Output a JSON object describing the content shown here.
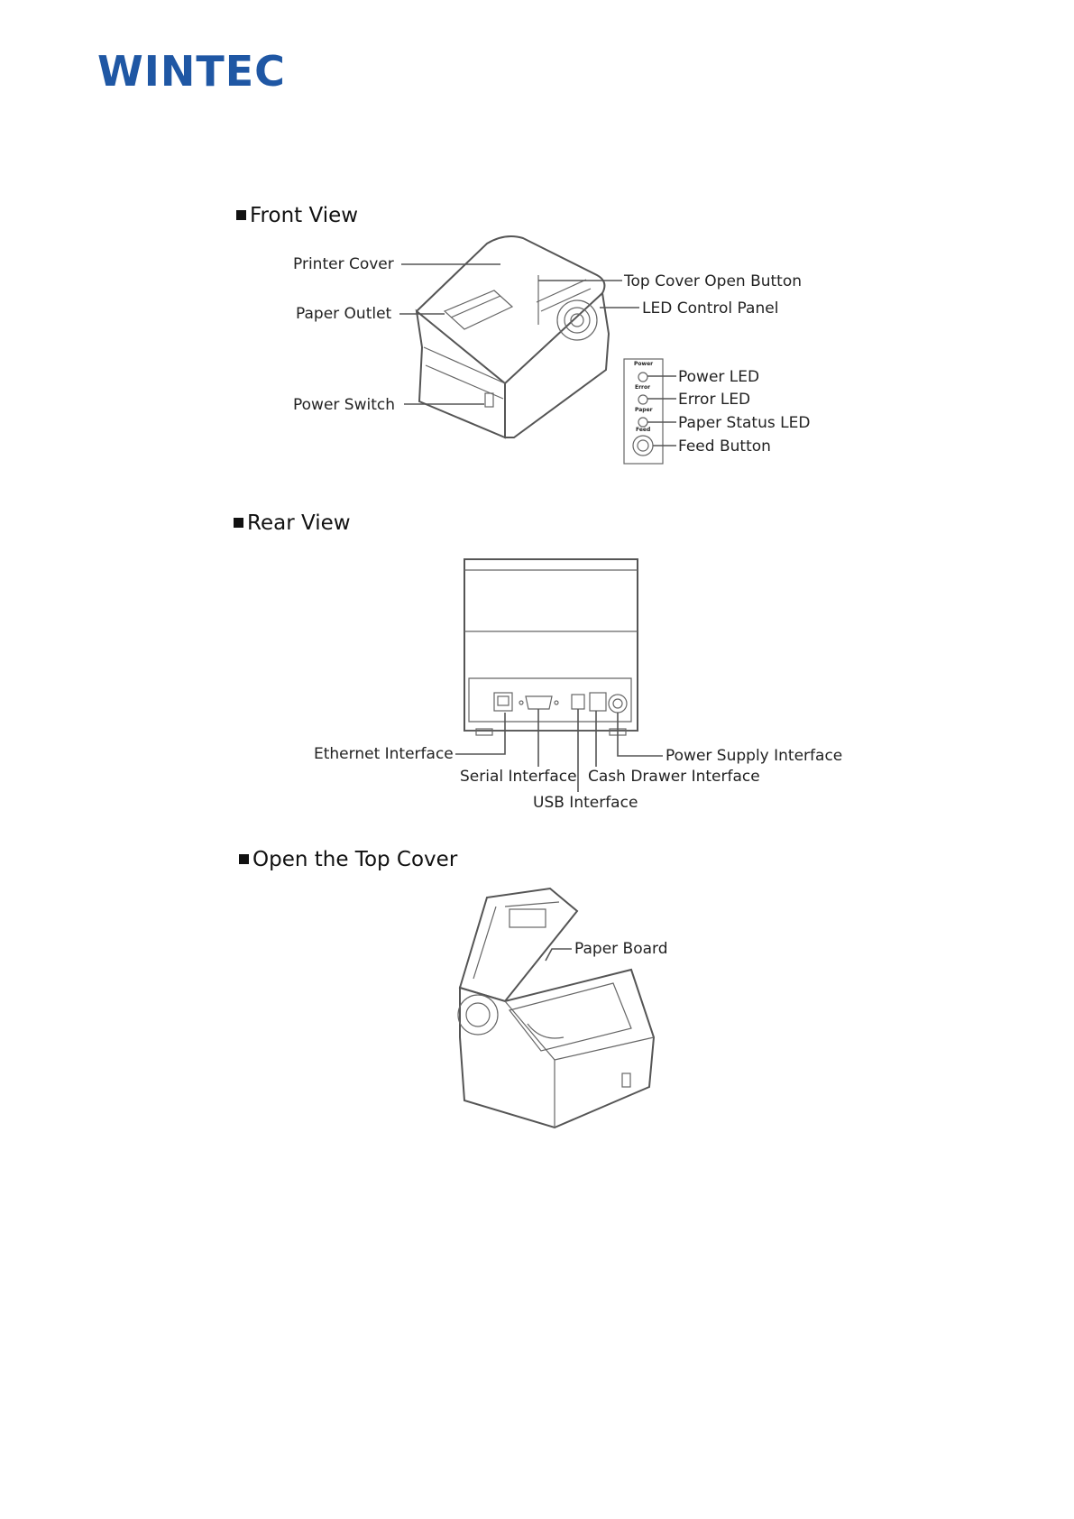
{
  "brand": {
    "logo_text": "WINTEC",
    "color": "#1f57a4"
  },
  "sections": {
    "front": {
      "title": "Front View",
      "labels": {
        "printer_cover": "Printer Cover",
        "paper_outlet": "Paper Outlet",
        "power_switch": "Power Switch",
        "top_cover_open_button": "Top Cover Open Button",
        "led_control_panel": "LED Control Panel",
        "power_led": "Power LED",
        "error_led": "Error LED",
        "paper_status_led": "Paper Status LED",
        "feed_button": "Feed Button"
      },
      "panel_text": {
        "power": "Power",
        "error": "Error",
        "paper": "Paper",
        "feed": "Feed"
      }
    },
    "rear": {
      "title": "Rear View",
      "labels": {
        "ethernet": "Ethernet Interface",
        "serial": "Serial Interface",
        "usb": "USB Interface",
        "cash_drawer": "Cash Drawer Interface",
        "power_supply": "Power Supply Interface"
      }
    },
    "open": {
      "title": "Open the Top Cover",
      "labels": {
        "paper_board": "Paper Board"
      }
    }
  }
}
